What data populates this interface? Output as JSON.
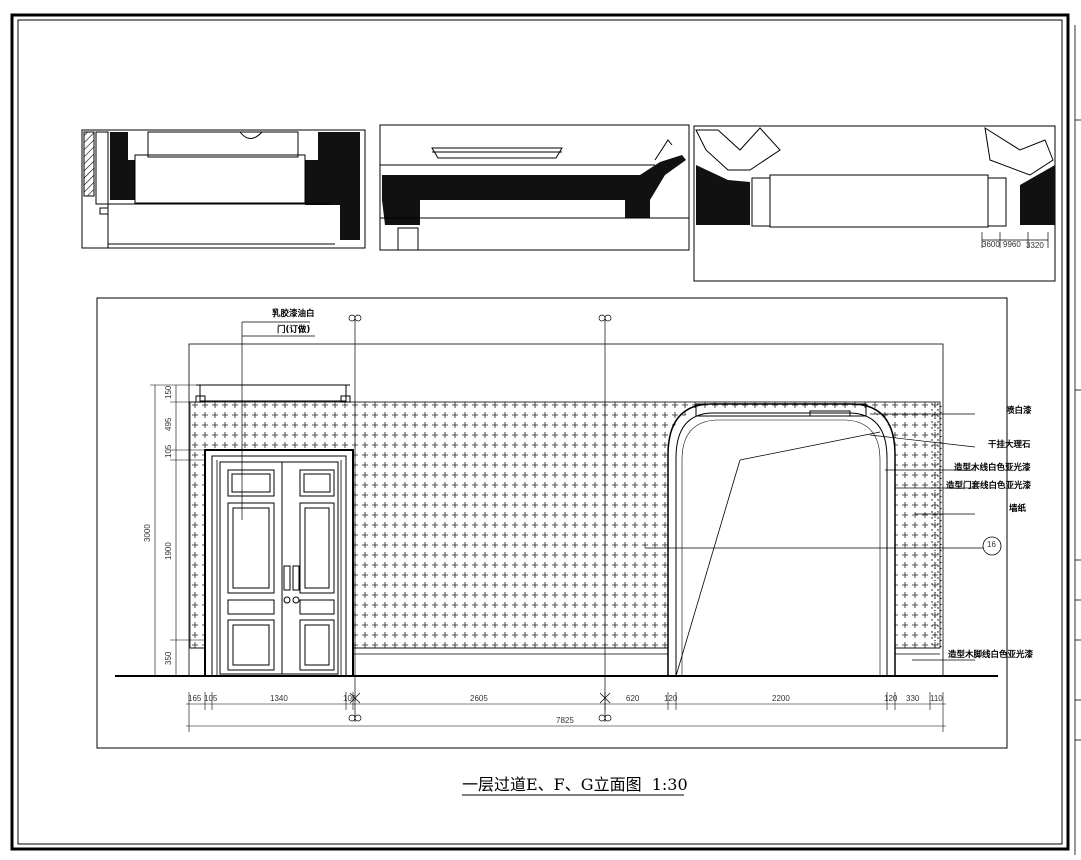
{
  "drawing": {
    "title": "一层过道E、F、G立面图  1:30",
    "annotations": {
      "latex_paint": "乳胶漆油白",
      "door": "门(订做)",
      "white_spray": "喷白漆",
      "marble": "干挂大理石",
      "wood_trim": "造型木线白色亚光漆",
      "door_casing": "造型门套线白色亚光漆",
      "wallpaper": "墙纸",
      "baseboard": "造型木脚线白色亚光漆",
      "section_ref": "16"
    },
    "horizontal_dims": [
      "165",
      "105",
      "1340",
      "105",
      "2605",
      "620",
      "120",
      "2200",
      "120",
      "330",
      "110"
    ],
    "overall_dim": "7825",
    "vertical_dims": [
      "150",
      "495",
      "105",
      "1900",
      "350"
    ],
    "overall_height": "3000",
    "detail_dims": [
      "3600",
      "9960",
      "3320"
    ]
  },
  "colors": {
    "line": "#000000",
    "fill_dark": "#111111",
    "paper": "#ffffff"
  }
}
